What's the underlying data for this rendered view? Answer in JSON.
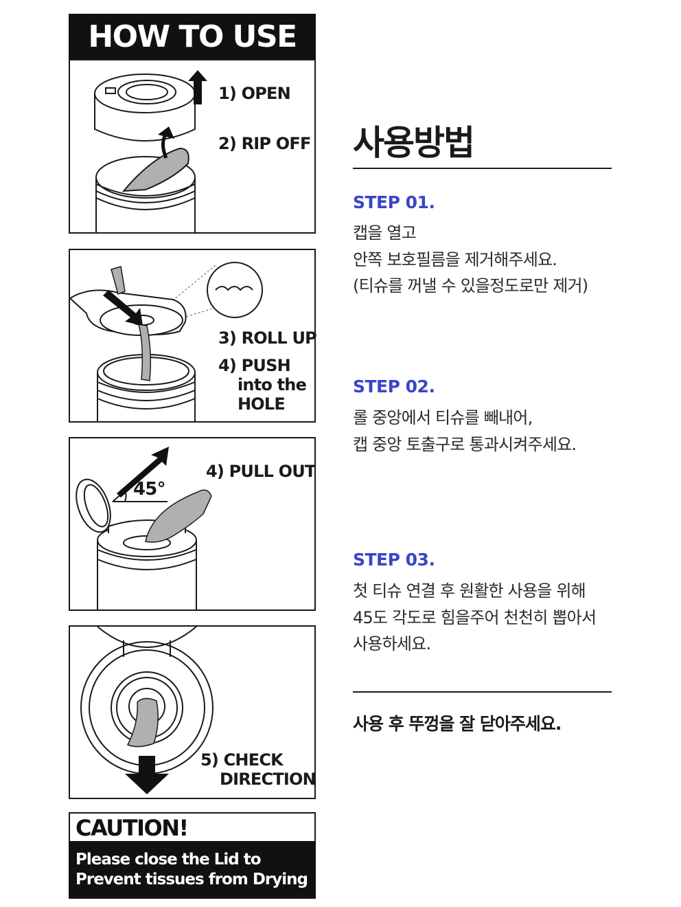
{
  "left": {
    "header": "HOW TO USE",
    "panel1": {
      "step1": "1) OPEN",
      "step2": "2) RIP OFF"
    },
    "panel2": {
      "step3": "3) ROLL UP",
      "step4a": "4) PUSH",
      "step4b": "into the",
      "step4c": "HOLE"
    },
    "panel3": {
      "step4": "4) PULL OUT",
      "angle": "45°"
    },
    "panel4": {
      "step5a": "5) CHECK",
      "step5b": "DIRECTION"
    },
    "caution": {
      "title": "CAUTION!",
      "line1": "Please close the Lid to",
      "line2": "Prevent tissues from Drying"
    }
  },
  "right": {
    "title": "사용방법",
    "steps": [
      {
        "heading": "STEP 01.",
        "lines": [
          "캡을 열고",
          "안쪽 보호필름을 제거해주세요.",
          "(티슈를 꺼낼 수 있을정도로만 제거)"
        ]
      },
      {
        "heading": "STEP 02.",
        "lines": [
          "롤 중앙에서 티슈를 빼내어,",
          "캡 중앙 토출구로 통과시켜주세요."
        ]
      },
      {
        "heading": "STEP 03.",
        "lines": [
          "첫 티슈 연결 후 원활한 사용을 위해",
          "45도 각도로 힘을주어 천천히 뽑아서",
          "사용하세요."
        ]
      }
    ],
    "final_note": "사용 후 뚜껑을 잘 닫아주세요."
  },
  "colors": {
    "accent": "#3a45c8",
    "dark": "#111111",
    "tissue": "#b0b0b0"
  }
}
